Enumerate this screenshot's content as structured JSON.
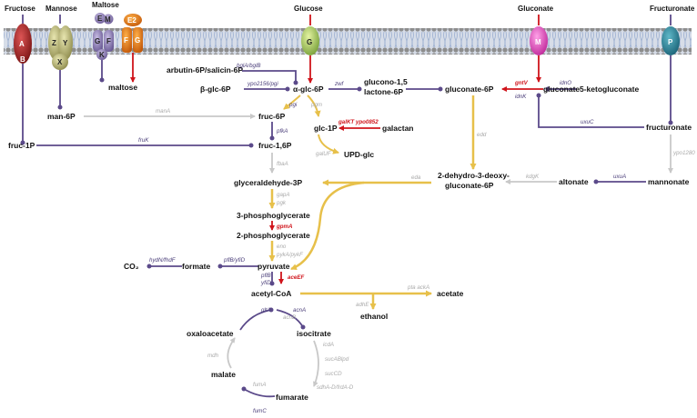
{
  "top_labels": {
    "fructose": "Fructose",
    "mannose": "Mannose",
    "maltose": "Maltose",
    "glucose": "Glucose",
    "gluconate": "Gluconate",
    "fructuronate": "Fructuronate"
  },
  "transporters": {
    "fru_A": "A",
    "fru_B": "B",
    "man_Z": "Z",
    "man_Y": "Y",
    "man_X": "X",
    "mal_E": "E",
    "mal_M": "M",
    "mal_G": "G",
    "mal_F": "F",
    "mal_K": "K",
    "mal_E2": "E2",
    "mal_F2": "F",
    "mal_G2": "G",
    "glc_G": "G",
    "gnt_M": "M",
    "fcu_P": "P"
  },
  "metabolites": {
    "maltose": "maltose",
    "arbutin": "arbutin-6P/salicin-6P",
    "bglc6p": "β-glc-6P",
    "aglc6p": "α-glc-6P",
    "glucono1": "glucono-1,5",
    "glucono2": "lactone-6P",
    "gluconate6p": "gluconate-6P",
    "gluconate": "gluconate",
    "ketogluconate": "5-ketogluconate",
    "man6p": "man-6P",
    "fruc6p": "fruc-6P",
    "glc1p": "glc-1P",
    "galactan": "galactan",
    "fruc1p": "fruc-1P",
    "fruc16p": "fruc-1,6P",
    "fructuronate": "fructuronate",
    "updglc": "UPD-glc",
    "dehydro1": "2-dehydro-3-deoxy-",
    "dehydro2": "gluconate-6P",
    "altonate": "altonate",
    "mannonate": "mannonate",
    "g3p": "glyceraldehyde-3P",
    "pg3": "3-phosphoglycerate",
    "pg2": "2-phosphoglycerate",
    "co2": "CO₂",
    "formate": "formate",
    "pyruvate": "pyruvate",
    "acetylcoa": "acetyl-CoA",
    "acetate": "acetate",
    "ethanol": "ethanol",
    "oxaloacetate": "oxaloacetate",
    "isocitrate": "isocitrate",
    "malate": "malate",
    "fumarate": "fumarate"
  },
  "enzymes": {
    "bglAB": "bglA/bglB",
    "ypo2156": "ypo2156/pgi",
    "zwf": "zwf",
    "gntV": "gntV",
    "idnK": "idnK",
    "idnO": "idnO",
    "manA": "manA",
    "pgi": "pgi",
    "pgm": "pgm",
    "galKT": "galKT ypo0852",
    "fruK": "fruK",
    "pfkA": "pfkA",
    "uxuC": "uxuC",
    "edd": "edd",
    "galUF": "galUF",
    "ypo1280": "ypo1280",
    "fbaA": "fbaA",
    "eda": "eda",
    "kdgK": "kdgK",
    "uxuA": "uxuA",
    "gapA": "gapA",
    "pgk": "pgk",
    "gpmA": "gpmA",
    "eno": "eno",
    "pykAF": "pykA/pykF",
    "hydN": "hydN/fhdF",
    "pflB_yfiD": "pflB/yfiD",
    "pflB": "pflB",
    "yfiD": "yfiD",
    "aceEF": "aceEF",
    "ptaAckA": "pta ackA",
    "adhE": "adhE",
    "gltA": "gltA",
    "acnB": "acnB",
    "acnA": "acnA",
    "mdh": "mdh",
    "icdA": "icdA",
    "sucABlpd": "sucABlpd",
    "sucCD": "sucCD",
    "sdhA": "sdhA-D/frdA-D",
    "fumA": "fumA",
    "fumC": "fumC"
  },
  "colors": {
    "purple": "#5b4a8a",
    "gold": "#e7c04a",
    "red": "#d0141b",
    "gray": "#c8c8c8"
  }
}
